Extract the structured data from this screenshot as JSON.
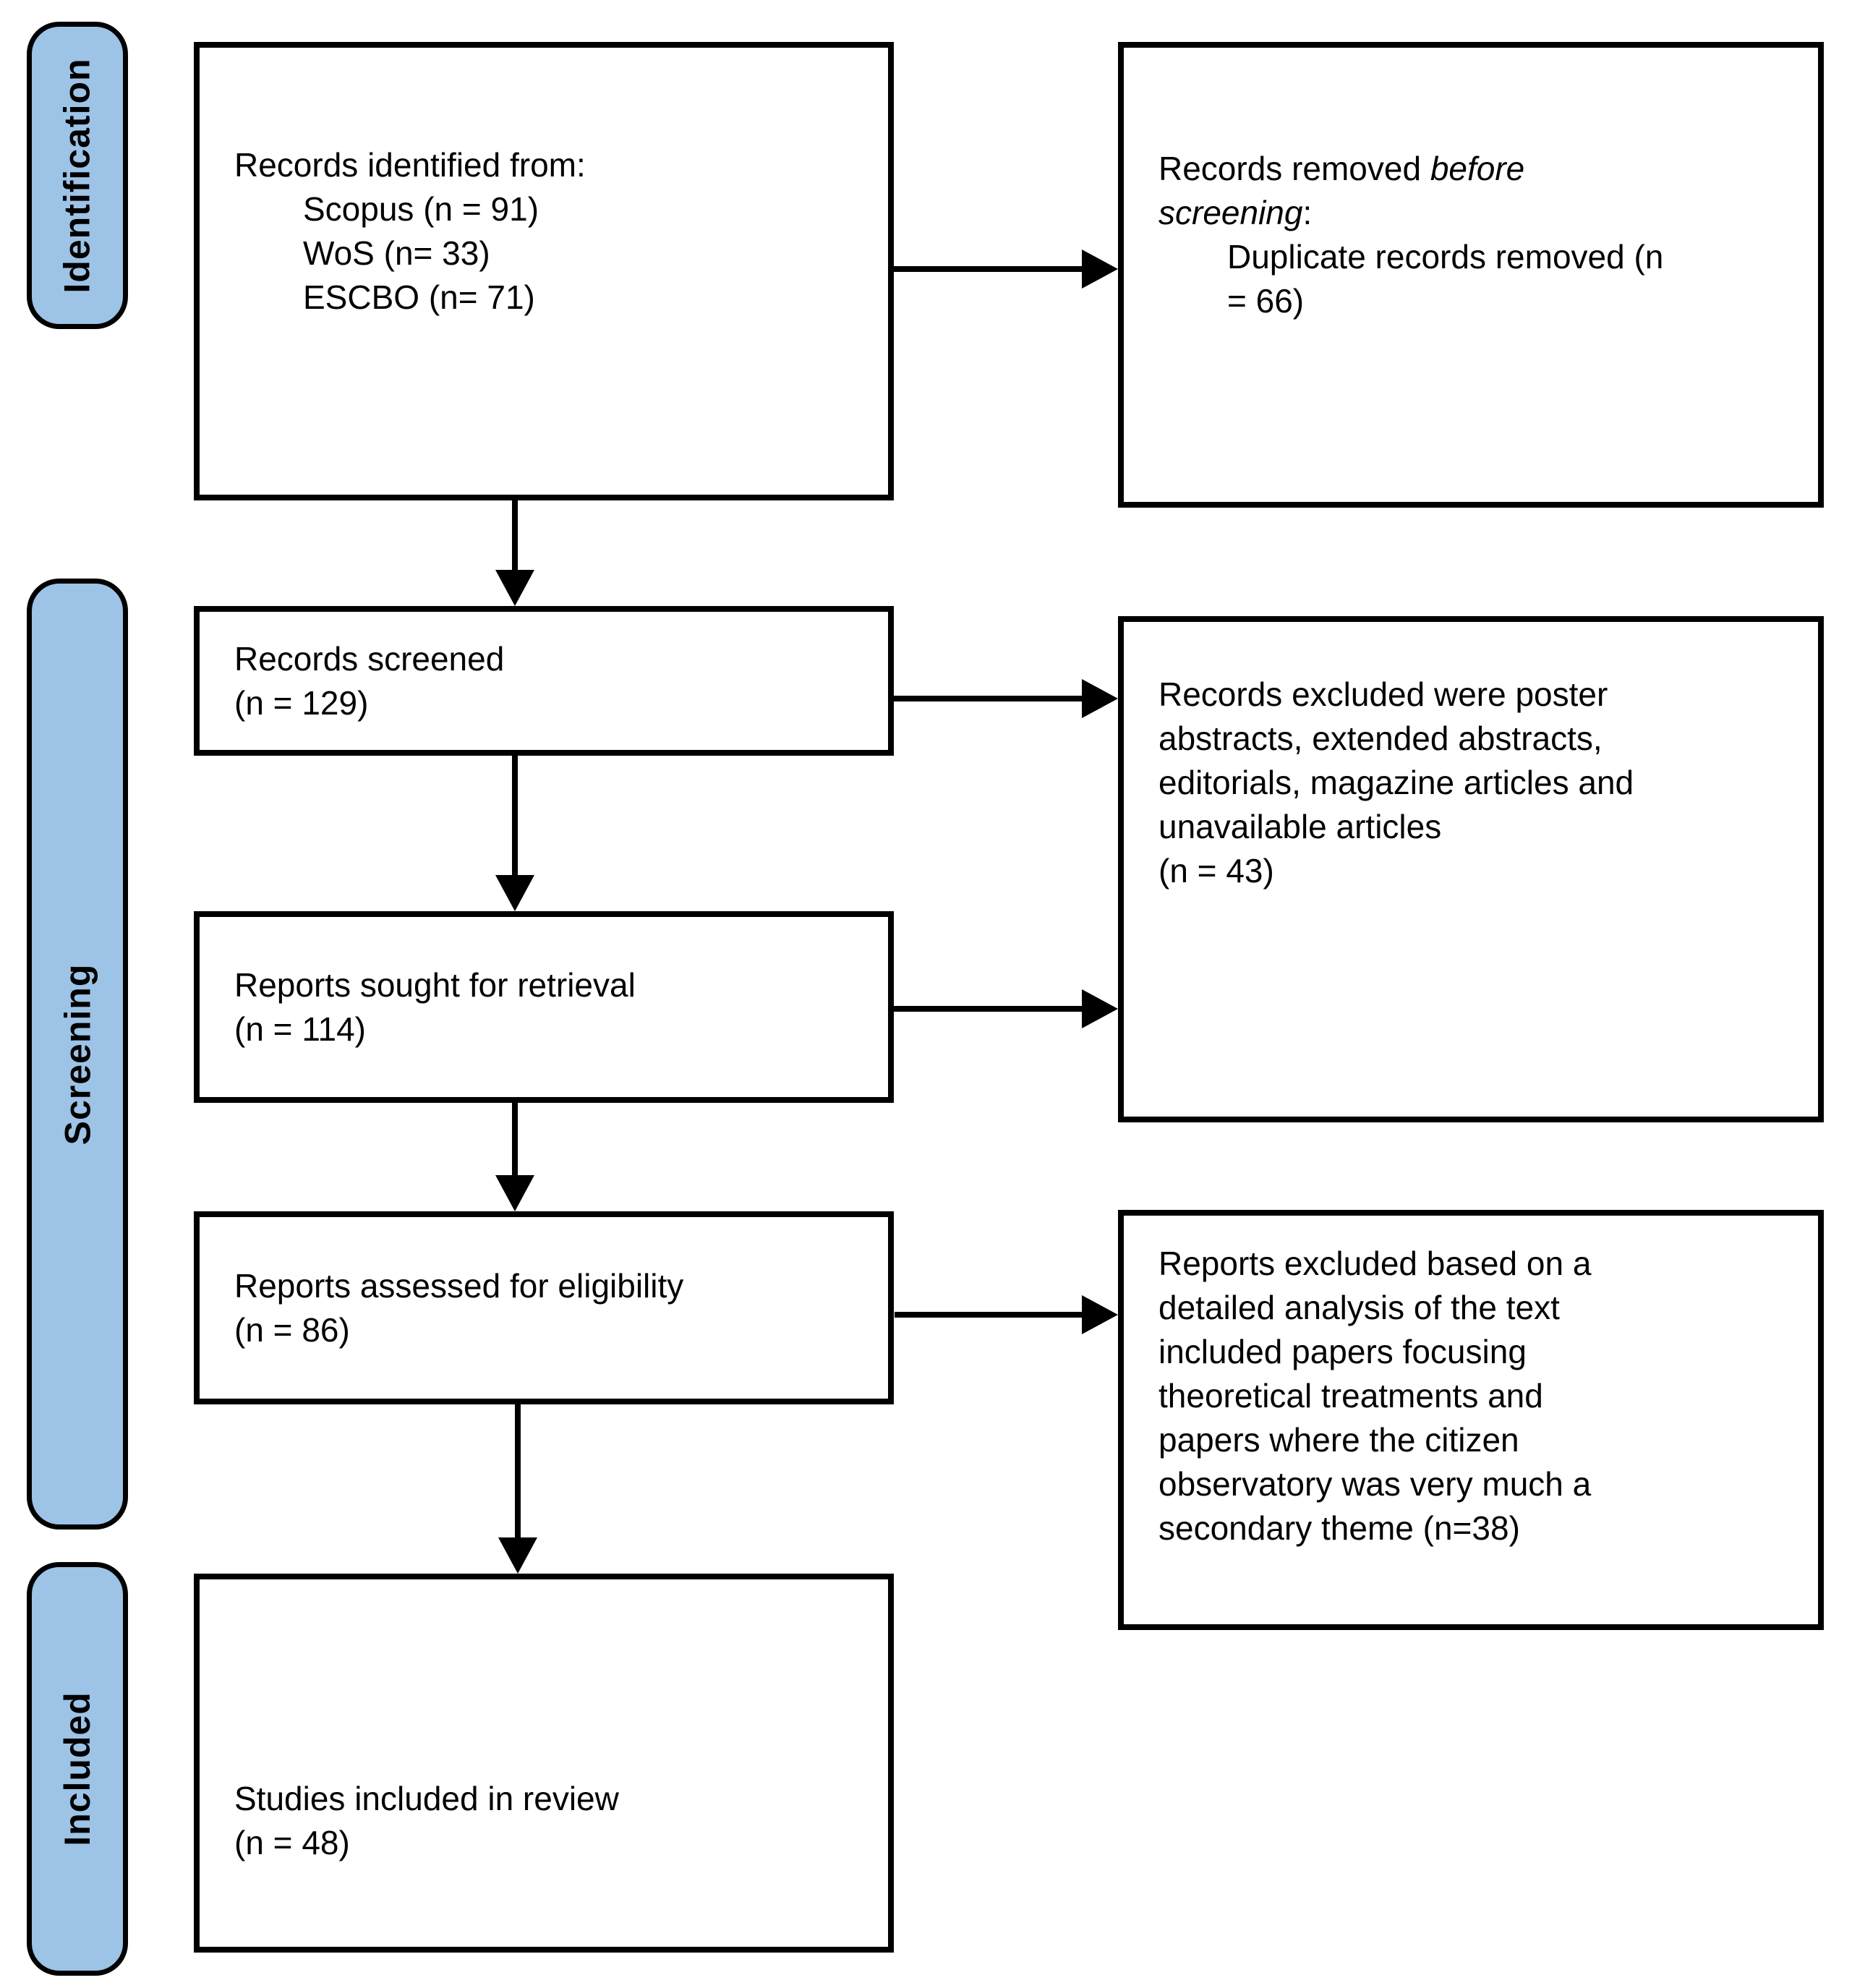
{
  "stages": {
    "identification": "Identification",
    "screening": "Screening",
    "included": "Included"
  },
  "boxes": {
    "identified": {
      "heading": "Records identified from:",
      "sources": [
        "Scopus (n = 91)",
        "WoS (n= 33)",
        "ESCBO (n= 71)"
      ]
    },
    "removed": {
      "line1_normal": "Records removed",
      "line1_italic": "before",
      "line2_italic": "screening",
      "line2_normal": ":",
      "detail_line1": "Duplicate records removed (n",
      "detail_line2": "= 66)"
    },
    "screened": {
      "line1": "Records screened",
      "line2": "(n = 129)"
    },
    "excluded_screening": {
      "lines": [
        "Records excluded were poster",
        "abstracts, extended abstracts,",
        "editorials, magazine articles and",
        "unavailable articles",
        "(n = 43)"
      ]
    },
    "sought": {
      "line1": "Reports sought for retrieval",
      "line2": "(n = 114)"
    },
    "assessed": {
      "line1": "Reports assessed for eligibility",
      "line2": "(n = 86)"
    },
    "excluded_eligibility": {
      "lines": [
        "Reports excluded based on a",
        "detailed analysis of the text",
        "included papers focusing",
        "theoretical treatments and",
        "papers where the citizen",
        "observatory was very much a",
        "secondary theme (n=38)"
      ]
    },
    "included_review": {
      "line1": "Studies included in review",
      "line2": "(n = 48)"
    }
  },
  "colors": {
    "stage_fill": "#9dc3e6",
    "line_color": "#000000",
    "box_fill": "#ffffff",
    "background": "#ffffff"
  }
}
